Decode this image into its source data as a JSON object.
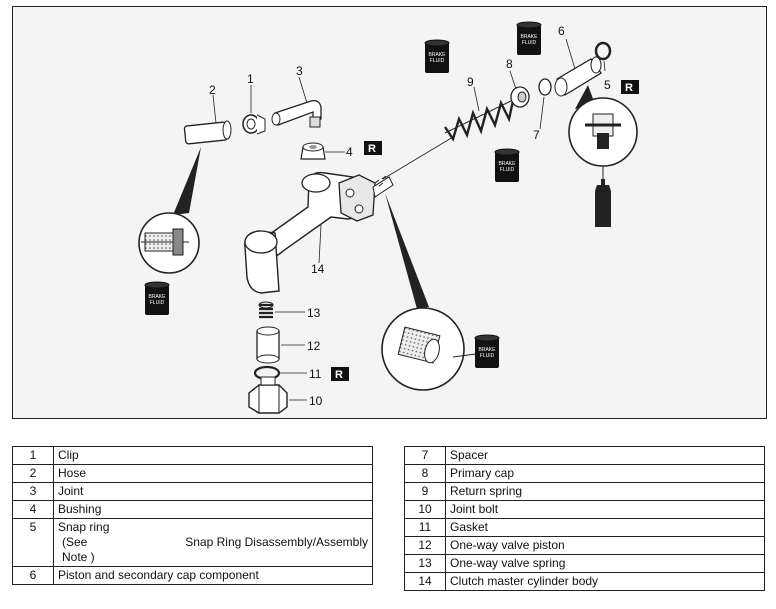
{
  "diagram": {
    "callouts": [
      "1",
      "2",
      "3",
      "4",
      "5",
      "6",
      "7",
      "8",
      "9",
      "14",
      "13",
      "12",
      "11",
      "10"
    ],
    "replace_mark": "R",
    "can_label": [
      "BRAKE",
      "FLUID"
    ]
  },
  "parts_left": [
    {
      "num": "1",
      "name": "Clip"
    },
    {
      "num": "2",
      "name": "Hose"
    },
    {
      "num": "3",
      "name": "Joint"
    },
    {
      "num": "4",
      "name": "Bushing"
    },
    {
      "num": "5",
      "name": "Snap ring",
      "sub1": "(See",
      "sub2": "Snap Ring Disassembly/Assembly",
      "sub3": "Note )"
    },
    {
      "num": "6",
      "name": "Piston and secondary cap component"
    }
  ],
  "parts_right": [
    {
      "num": "7",
      "name": "Spacer"
    },
    {
      "num": "8",
      "name": "Primary cap"
    },
    {
      "num": "9",
      "name": "Return spring"
    },
    {
      "num": "10",
      "name": "Joint bolt"
    },
    {
      "num": "11",
      "name": "Gasket"
    },
    {
      "num": "12",
      "name": "One-way valve piston"
    },
    {
      "num": "13",
      "name": "One-way valve spring"
    },
    {
      "num": "14",
      "name": "Clutch master cylinder body"
    }
  ]
}
